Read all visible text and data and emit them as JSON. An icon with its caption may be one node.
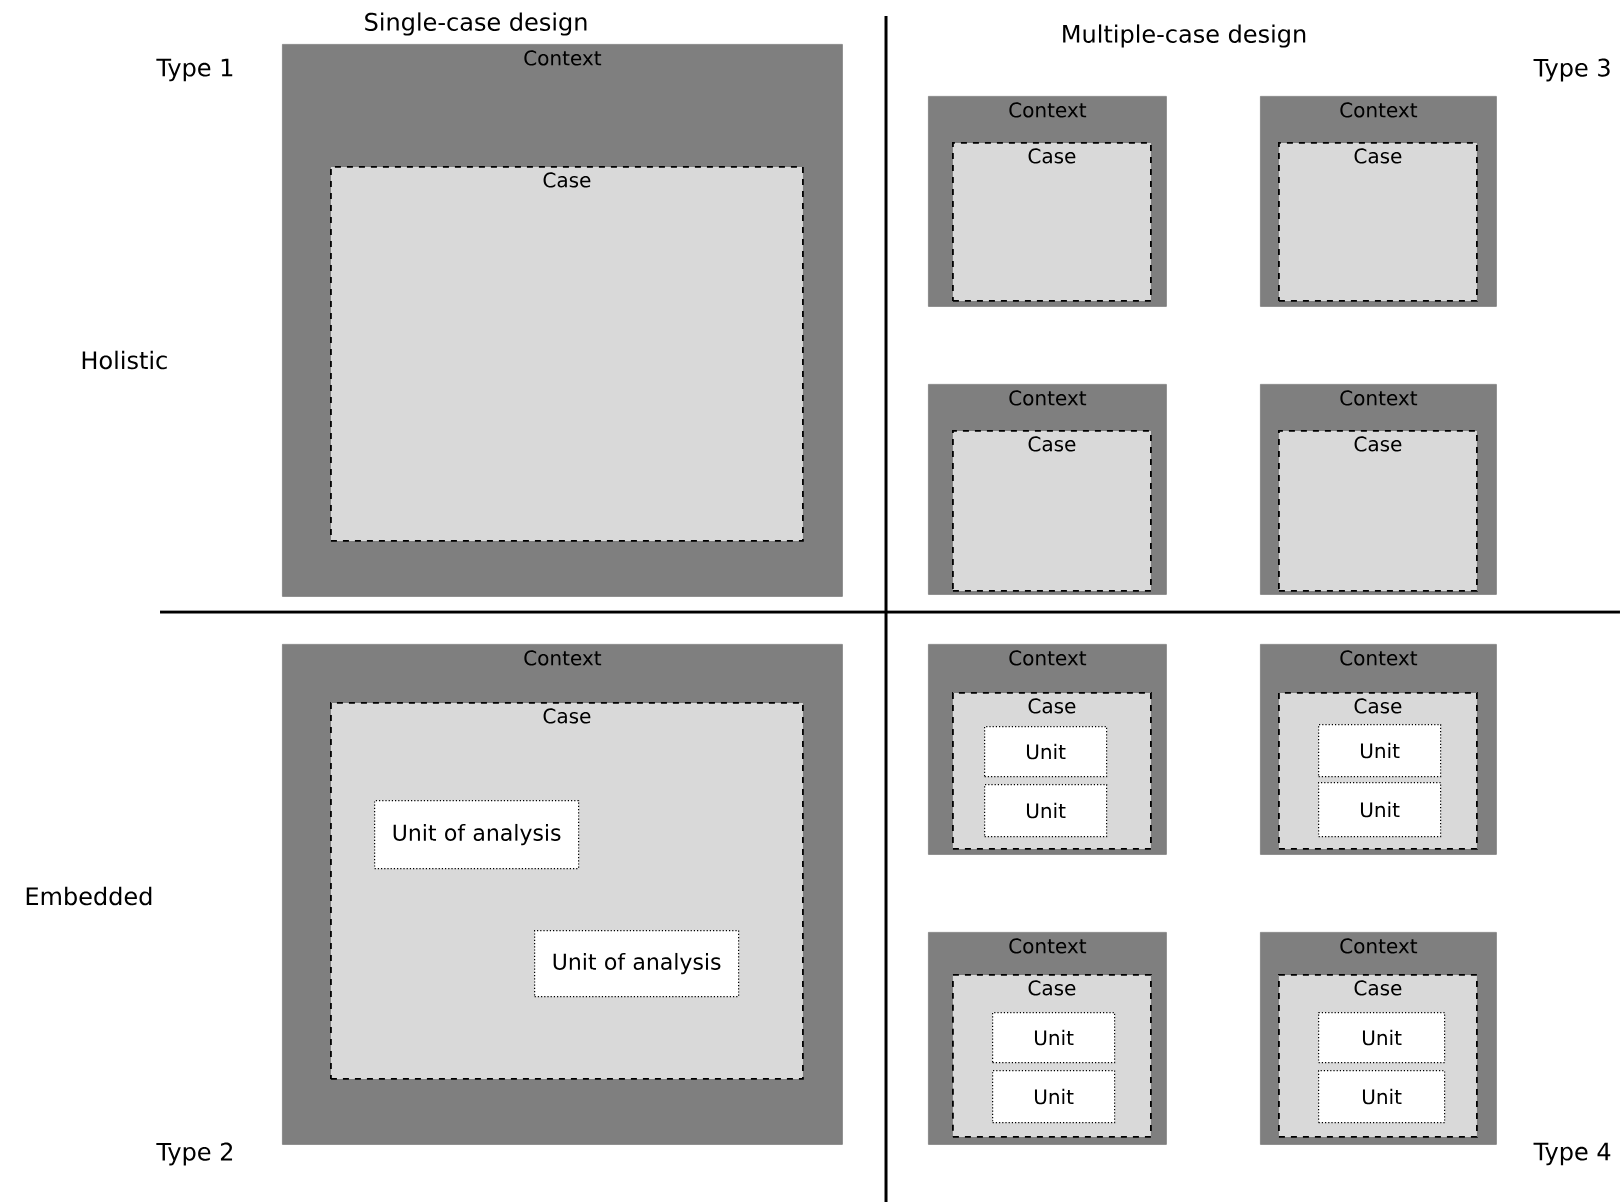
{
  "diagram": {
    "nodes": [
      {
        "text": [
          "Context"
        ]
      },
      {
        "text": [
          "Case"
        ],
        "in": 0
      },
      {
        "text": [
          "Context"
        ]
      },
      {
        "text": [
          "Case"
        ],
        "in": 2
      },
      {
        "text": [
          "Context"
        ]
      },
      {
        "text": [
          "Case"
        ],
        "in": 4
      },
      {
        "text": [
          "Context"
        ]
      },
      {
        "text": [
          "Case"
        ],
        "in": 6
      },
      {
        "text": [
          "Context"
        ]
      },
      {
        "text": [
          "Case"
        ],
        "in": 8
      },
      {
        "text": [
          "Context"
        ]
      },
      {
        "text": [
          "Case"
        ],
        "in": 10
      },
      {
        "text": [
          "Unit of analysis"
        ],
        "in": 11
      },
      {
        "text": [
          "Unit of analysis"
        ],
        "in": 11
      },
      {
        "text": [
          "Context"
        ]
      },
      {
        "text": [
          "Case"
        ],
        "in": 14
      },
      {
        "text": [
          "Unit"
        ],
        "in": 15
      },
      {
        "text": [
          "Unit"
        ],
        "in": 15
      },
      {
        "text": [
          "Context"
        ]
      },
      {
        "text": [
          "Case"
        ],
        "in": 18
      },
      {
        "text": [
          "Unit"
        ],
        "in": 19
      },
      {
        "text": [
          "Unit"
        ],
        "in": 19
      },
      {
        "text": [
          "Context"
        ]
      },
      {
        "text": [
          "Case"
        ],
        "in": 22
      },
      {
        "text": [
          "Unit"
        ],
        "in": 23
      },
      {
        "text": [
          "Unit"
        ],
        "in": 23
      },
      {
        "text": [
          "Context"
        ]
      },
      {
        "text": [
          "Case"
        ],
        "in": 26
      },
      {
        "text": [
          "Unit"
        ],
        "in": 27
      },
      {
        "text": [
          "Unit"
        ],
        "in": 27
      }
    ],
    "labels": [
      "Single-case design",
      "Multiple-case design",
      "Type 1",
      "Type 3",
      "Holistic",
      "Embedded",
      "Type 2",
      "Type 4"
    ]
  }
}
